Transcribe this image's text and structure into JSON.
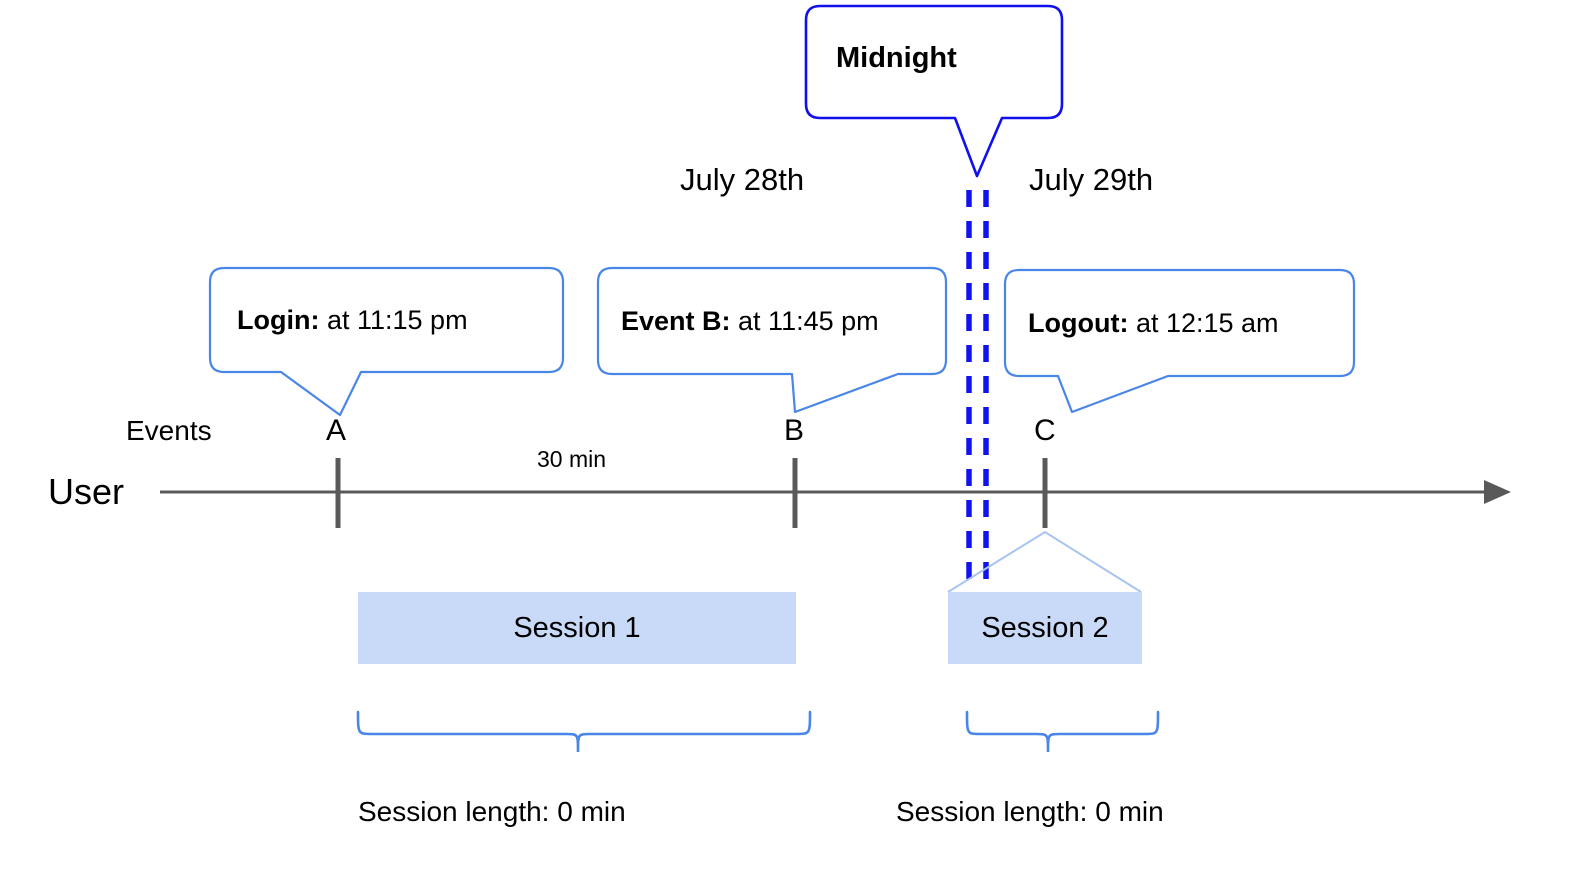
{
  "diagram": {
    "title_callout": {
      "label": "Midnight"
    },
    "dates": [
      {
        "name": "july-28",
        "label": "July 28th"
      },
      {
        "name": "july-29",
        "label": "July 29th"
      }
    ],
    "axis": {
      "row_label": "User",
      "events_label": "Events",
      "gap_label": "30 min"
    },
    "events": [
      {
        "id": "A",
        "letter": "A",
        "lead": "Login:",
        "detail": " at 11:15 pm"
      },
      {
        "id": "B",
        "letter": "B",
        "lead": "Event B:",
        "detail": " at 11:45 pm"
      },
      {
        "id": "C",
        "letter": "C",
        "lead": "Logout:",
        "detail": " at 12:15 am"
      }
    ],
    "sessions": [
      {
        "id": "session-1",
        "label": "Session 1",
        "length_label": "Session length: 0 min"
      },
      {
        "id": "session-2",
        "label": "Session 2",
        "length_label": "Session length: 0 min"
      }
    ],
    "colors": {
      "callout_border": "#4a86e8",
      "midnight_border": "#1010ee",
      "midnight_dash": "#1212f0",
      "session_fill": "#c9daf8",
      "axis_gray": "#595959",
      "axis_line": "#7f7f7f"
    }
  }
}
